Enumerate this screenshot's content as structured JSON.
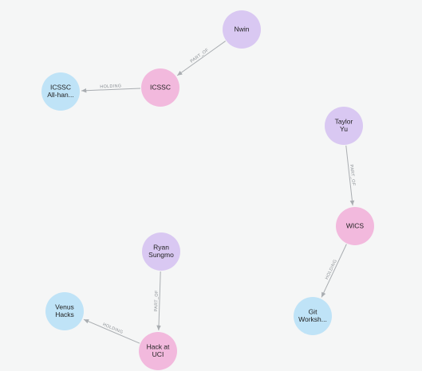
{
  "colors": {
    "person": "#d9c8f2",
    "organization": "#f2b9dd",
    "event": "#bfe3f7",
    "edge": "#a9adb1",
    "edge_label": "#8a8f94"
  },
  "nodes": [
    {
      "id": "nwin",
      "type": "person",
      "lines": [
        "Nwin"
      ]
    },
    {
      "id": "icssc",
      "type": "organization",
      "lines": [
        "ICSSC"
      ]
    },
    {
      "id": "icssc-allhands",
      "type": "event",
      "lines": [
        "ICSSC",
        "All-han..."
      ]
    },
    {
      "id": "taylor-yu",
      "type": "person",
      "lines": [
        "Taylor",
        "Yu"
      ]
    },
    {
      "id": "wics",
      "type": "organization",
      "lines": [
        "WICS"
      ]
    },
    {
      "id": "git-workshop",
      "type": "event",
      "lines": [
        "Git",
        "Worksh..."
      ]
    },
    {
      "id": "ryan-sungmo",
      "type": "person",
      "lines": [
        "Ryan",
        "Sungmo"
      ]
    },
    {
      "id": "hack-at-uci",
      "type": "organization",
      "lines": [
        "Hack at",
        "UCI"
      ]
    },
    {
      "id": "venus-hacks",
      "type": "event",
      "lines": [
        "Venus",
        "Hacks"
      ]
    }
  ],
  "edges": [
    {
      "source": "nwin",
      "target": "icssc",
      "label": "PART_OF"
    },
    {
      "source": "icssc",
      "target": "icssc-allhands",
      "label": "HOLDING"
    },
    {
      "source": "taylor-yu",
      "target": "wics",
      "label": "PART_OF"
    },
    {
      "source": "wics",
      "target": "git-workshop",
      "label": "HOLDING"
    },
    {
      "source": "ryan-sungmo",
      "target": "hack-at-uci",
      "label": "PART_OF"
    },
    {
      "source": "hack-at-uci",
      "target": "venus-hacks",
      "label": "HOLDING"
    }
  ]
}
